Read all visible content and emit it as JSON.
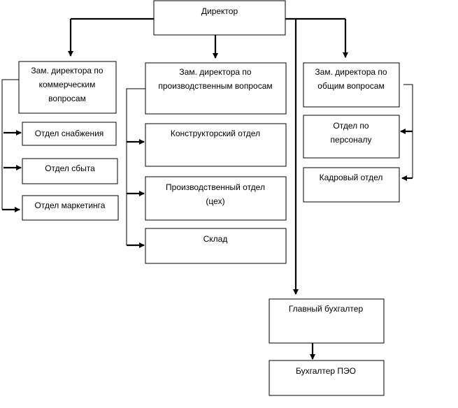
{
  "nodes": {
    "director": [
      "Директор"
    ],
    "dep_commercial": [
      "Зам. директора по",
      "коммерческим",
      "вопросам"
    ],
    "dep_production": [
      "Зам. директора по",
      "производственным вопросам"
    ],
    "dep_general": [
      "Зам. директора по",
      "общим вопросам"
    ],
    "supply": [
      "Отдел снабжения"
    ],
    "sales": [
      "Отдел сбыта"
    ],
    "marketing": [
      "Отдел маркетинга"
    ],
    "design": [
      "Конструкторский отдел"
    ],
    "production": [
      "Производственный отдел",
      "(цех)"
    ],
    "warehouse": [
      "Склад"
    ],
    "personnel": [
      "Отдел по",
      "персоналу"
    ],
    "hr": [
      "Кадровый отдел"
    ],
    "chief_accountant": [
      "Главный бухгалтер"
    ],
    "accountant_peo": [
      "Бухгалтер ПЭО"
    ]
  }
}
